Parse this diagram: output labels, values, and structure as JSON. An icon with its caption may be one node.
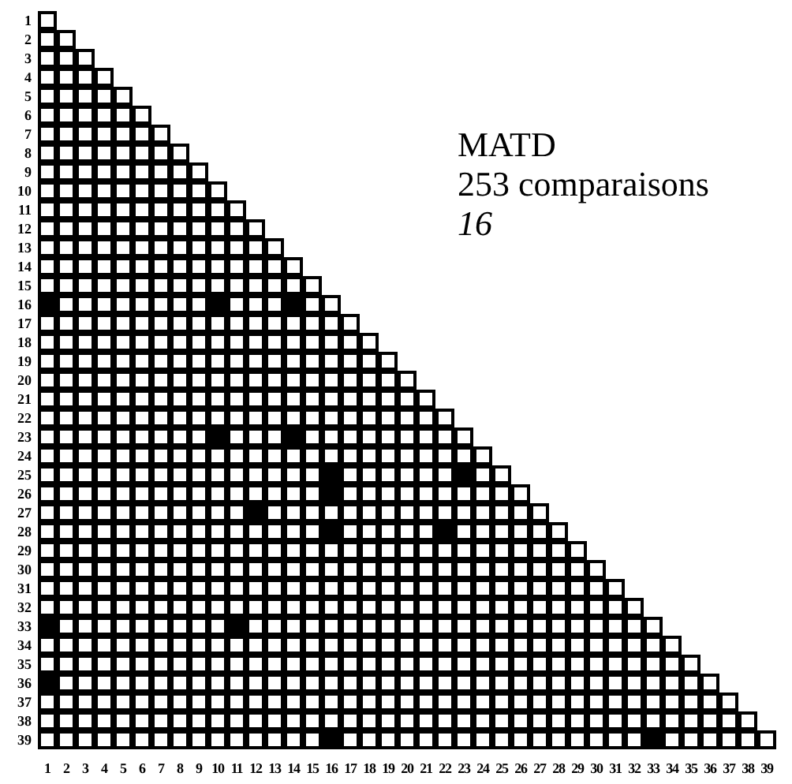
{
  "diagram": {
    "labels": [
      "1",
      "2",
      "3",
      "4",
      "5",
      "6",
      "7",
      "8",
      "9",
      "10",
      "11",
      "12",
      "13",
      "14",
      "15",
      "16",
      "17",
      "18",
      "19",
      "20",
      "21",
      "22",
      "23",
      "24",
      "25",
      "26",
      "27",
      "28",
      "29",
      "30",
      "31",
      "32",
      "33",
      "34",
      "35",
      "36",
      "37",
      "38",
      "39",
      "1",
      "2",
      "3",
      "4",
      "5",
      "6",
      "7",
      "8",
      "9",
      "10",
      "11",
      "12",
      "13",
      "14",
      "15",
      "16",
      "17",
      "18",
      "19",
      "20",
      "21",
      "22",
      "23",
      "24",
      "25",
      "26",
      "27",
      "28",
      "29",
      "30",
      "31",
      "32",
      "33",
      "34",
      "35",
      "36",
      "37",
      "38",
      "39",
      "MATD",
      "253 comparaisons",
      "16"
    ]
  }
}
